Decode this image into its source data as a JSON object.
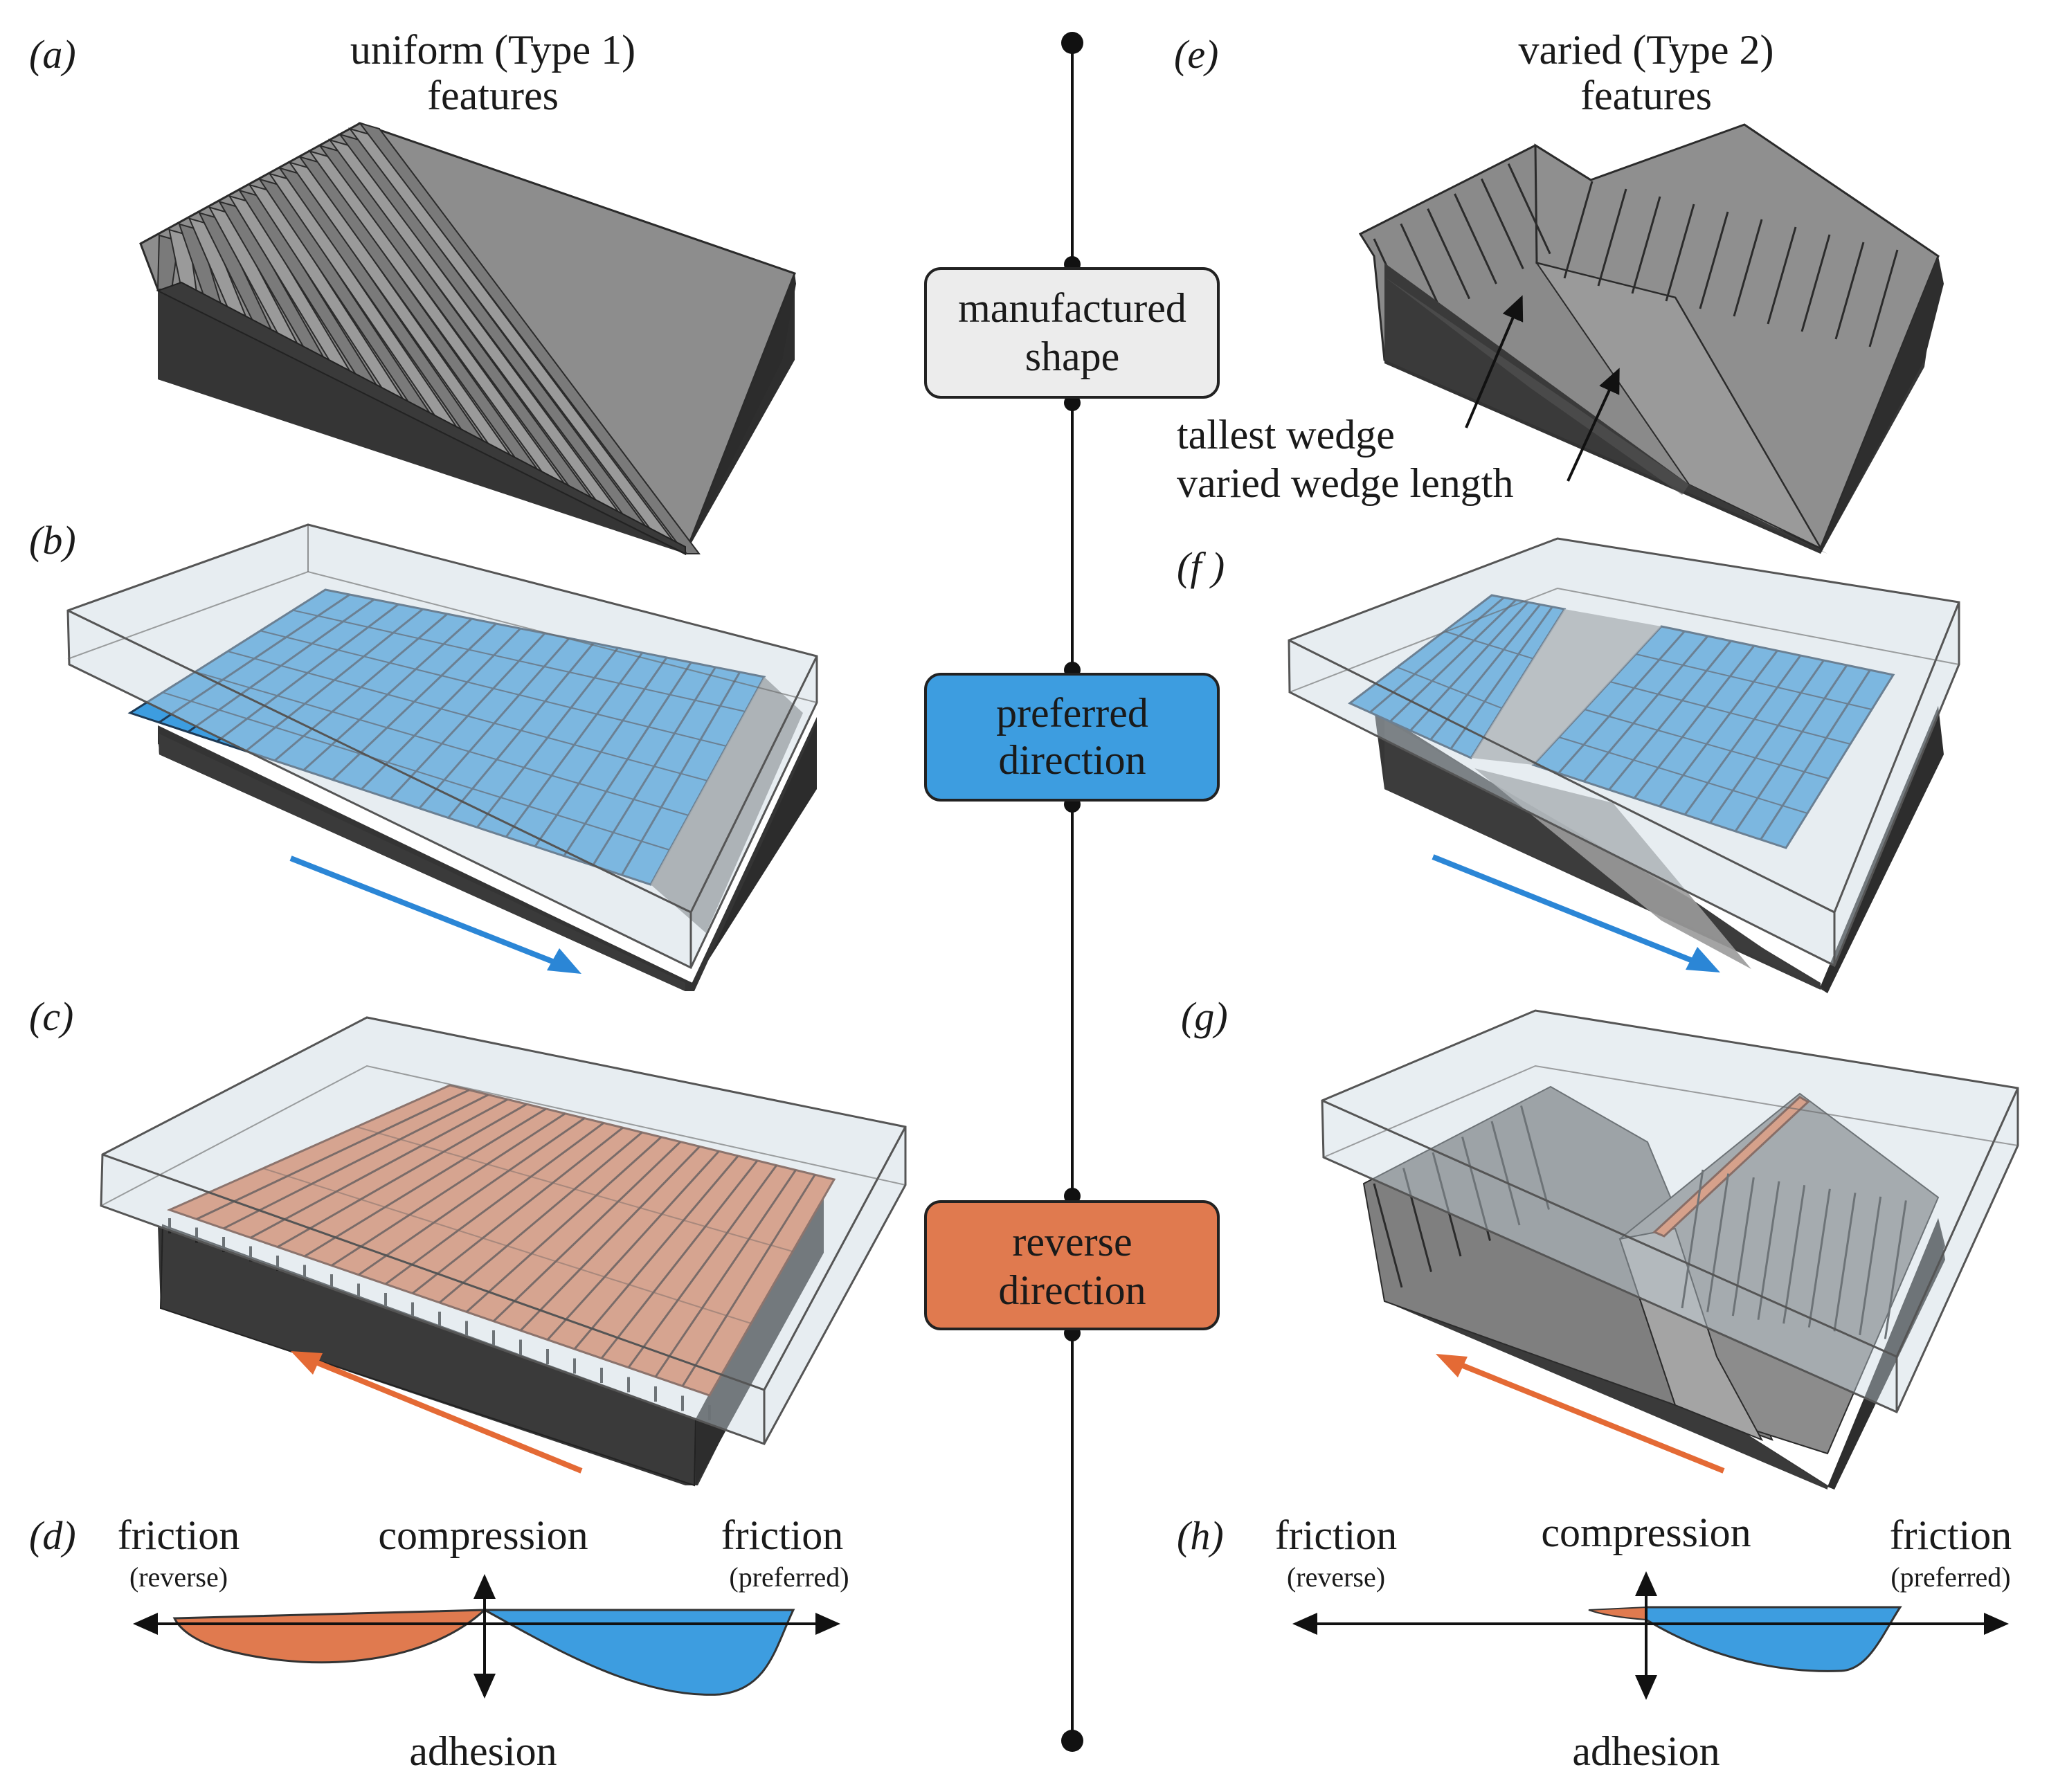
{
  "panels": {
    "a": {
      "letter": "(a)",
      "title_line1": "uniform (Type 1)",
      "title_line2": "features"
    },
    "b": {
      "letter": "(b)"
    },
    "c": {
      "letter": "(c)"
    },
    "d": {
      "letter": "(d)"
    },
    "e": {
      "letter": "(e)",
      "title_line1": "varied (Type 2)",
      "title_line2": "features"
    },
    "f": {
      "letter": "(f )"
    },
    "g": {
      "letter": "(g)"
    },
    "h": {
      "letter": "(h)"
    }
  },
  "center_boxes": {
    "manufactured": {
      "line1": "manufactured",
      "line2": "shape",
      "fill": "#ececec"
    },
    "preferred": {
      "line1": "preferred",
      "line2": "direction",
      "fill": "#3d9de0"
    },
    "reverse": {
      "line1": "reverse",
      "line2": "direction",
      "fill": "#e07a4f"
    }
  },
  "annotations": {
    "tallest_wedge": "tallest wedge",
    "varied_wedge_length": "varied wedge length"
  },
  "force_plots": {
    "d": {
      "friction_left": "friction",
      "friction_left_sub": "(reverse)",
      "compression": "compression",
      "friction_right": "friction",
      "friction_right_sub": "(preferred)",
      "adhesion": "adhesion"
    },
    "h": {
      "friction_left": "friction",
      "friction_left_sub": "(reverse)",
      "compression": "compression",
      "friction_right": "friction",
      "friction_right_sub": "(preferred)",
      "adhesion": "adhesion"
    }
  },
  "colors": {
    "preferred_blue": "#3d9de0",
    "reverse_orange": "#e07a4f",
    "block_dark": "#3a3a3a",
    "wedge_gray": "#8a8a8a",
    "glass": "#c9d6e0"
  }
}
